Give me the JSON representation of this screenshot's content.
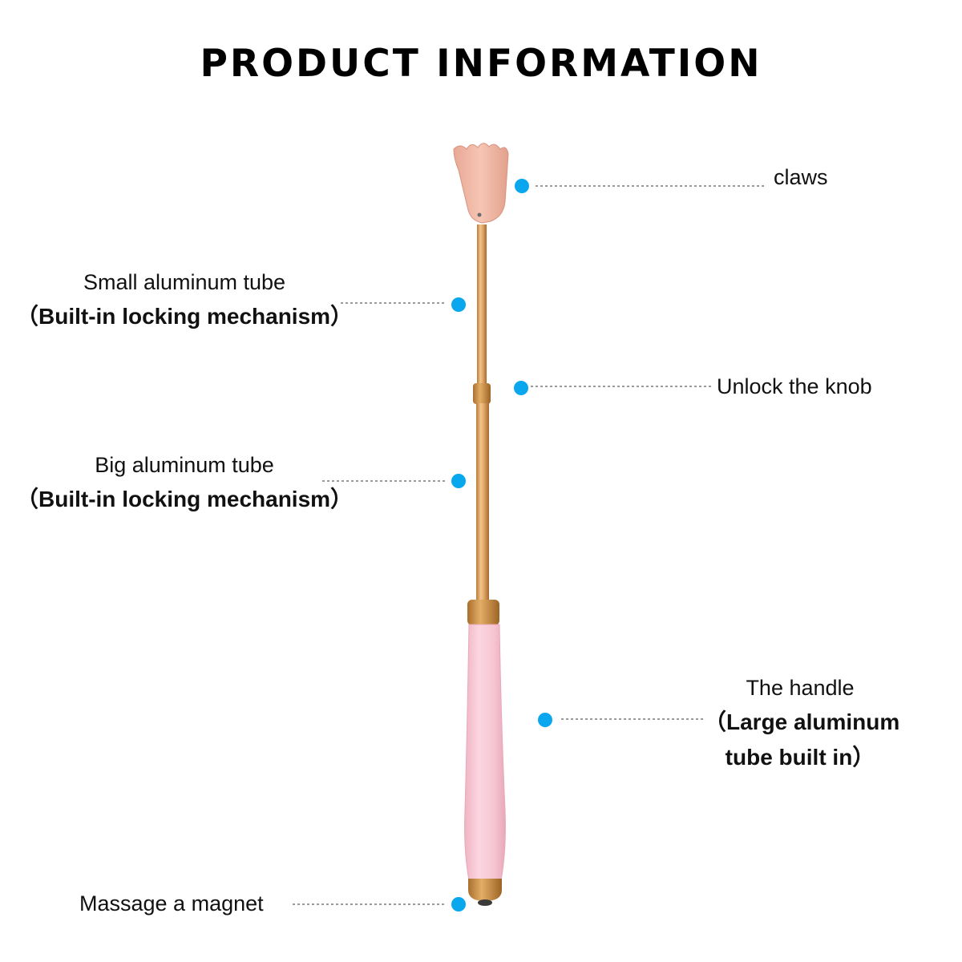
{
  "title": "PRODUCT INFORMATION",
  "callouts": {
    "claws": {
      "label": "claws"
    },
    "small_tube": {
      "label": "Small aluminum tube",
      "detail": "（Built-in locking mechanism）"
    },
    "knob": {
      "label": "Unlock the knob"
    },
    "big_tube": {
      "label": "Big aluminum tube",
      "detail": "（Built-in locking mechanism）"
    },
    "handle": {
      "label": "The handle",
      "detail_line1": "（Large aluminum",
      "detail_line2": "tube built in）"
    },
    "magnet": {
      "label": "Massage a magnet"
    }
  },
  "colors": {
    "dot": "#0aa6ee",
    "leader": "#9a9a9a",
    "claw": "#f0b8a5",
    "tube": "#d49a58",
    "handle": "#f7c6d3",
    "cap": "#c98d42"
  }
}
